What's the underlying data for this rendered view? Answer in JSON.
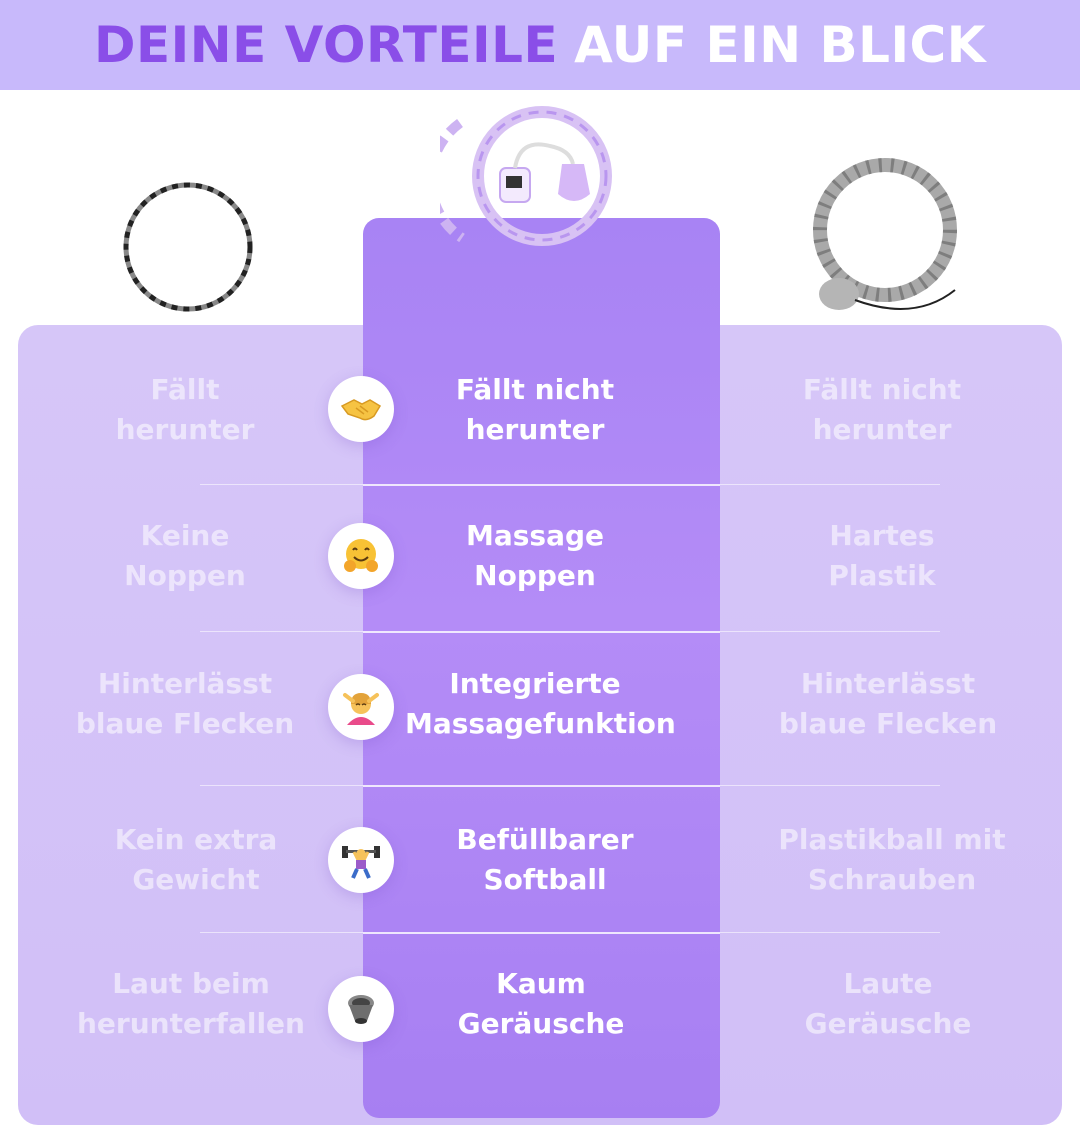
{
  "header": {
    "title_part1": "DEINE VORTEILE",
    "title_part2": "AUF EIN BLICK"
  },
  "colors": {
    "banner_bg": "#c8b9fb",
    "accent_purple": "#8a4ee8",
    "center_column": "#ae86f5",
    "side_columns": "#d4c3f8"
  },
  "products": [
    {
      "name": "classic-hoop-icon"
    },
    {
      "name": "smart-hoop-icon"
    },
    {
      "name": "plastic-smart-hoop-icon"
    }
  ],
  "rows": [
    {
      "left": [
        "Fällt",
        "herunter"
      ],
      "icon": "handshake-icon",
      "center": [
        "Fällt nicht",
        "herunter"
      ],
      "right": [
        "Fällt nicht",
        "herunter"
      ]
    },
    {
      "left": [
        "Keine",
        "Noppen"
      ],
      "icon": "hugging-face-icon",
      "center": [
        "Massage",
        "Noppen"
      ],
      "right": [
        "Hartes",
        "Plastik"
      ]
    },
    {
      "left": [
        "Hinterlässt",
        "blaue Flecken"
      ],
      "icon": "massage-person-icon",
      "center": [
        "Integrierte",
        "Massagefunktion"
      ],
      "right": [
        "Hinterlässt",
        "blaue Flecken"
      ]
    },
    {
      "left": [
        "Kein extra",
        "Gewicht"
      ],
      "icon": "weightlifter-icon",
      "center": [
        "Befüllbarer",
        "Softball"
      ],
      "right": [
        "Plastikball mit",
        "Schrauben"
      ]
    },
    {
      "left": [
        "Laut beim",
        "herunterfallen"
      ],
      "icon": "speaker-icon",
      "center": [
        "Kaum",
        "Geräusche"
      ],
      "right": [
        "Laute",
        "Geräusche"
      ]
    }
  ]
}
